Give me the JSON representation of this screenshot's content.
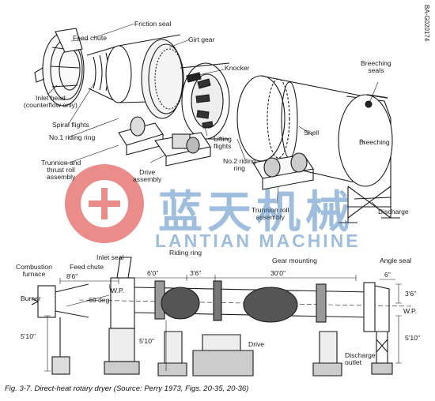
{
  "catalog_number": "BA-G020174",
  "isometric_labels": {
    "friction_seal": "Friction seal",
    "feed_chute": "Feed chute",
    "girt_gear": "Girt gear",
    "knocker": "Knocker",
    "breeching_seals": "Breeching\nseals",
    "inlet_head": "Inlet head\n(counterflow only)",
    "spiral_flights": "Spiral flights",
    "riding_ring_1": "No.1 riding ring",
    "lifting_flights": "Lifting\nflights",
    "shell": "Shell",
    "breeching": "Breeching",
    "trunnion_thrust": "Trunnion and\nthrust roll\nassembly",
    "drive_assembly": "Drive\nassembly",
    "riding_ring_2": "No.2 riding\nring",
    "trunnion_roll": "Trunnion roll\nassembly",
    "discharge": "Discharge"
  },
  "elevation_labels": {
    "combustion_furnace": "Combustion\nfurnace",
    "feed_chute": "Feed chute",
    "inlet_seal": "Inlet seal",
    "riding_ring": "Riding ring",
    "gear_mounting": "Gear mounting",
    "angle_seal": "Angle seal",
    "burner": "Burner",
    "angle": "60 deg",
    "wp_left": "W.P.",
    "wp_right": "W.P.",
    "drive": "Drive",
    "discharge_outlet": "Discharge\noutlet"
  },
  "dimensions": {
    "d_8_6": "8'6\"",
    "d_6_0": "6'0\"",
    "d_3_6_top": "3'6\"",
    "d_30_0": "30'0\"",
    "d_6": "6\"",
    "d_3_6_right": "3'6\"",
    "d_5_10_left": "5'10\"",
    "d_5_10_mid": "5'10\"",
    "d_5_10_right": "5'10\""
  },
  "watermark": {
    "chinese": "蓝天机械",
    "english": "LANTIAN MACHINE",
    "logo_color": "#d9302a",
    "text_color": "#2d6fb3"
  },
  "caption": "Fig. 3-7.  Direct-heat rotary dryer (Source: Perry 1973, Figs. 20-35, 20-36)"
}
